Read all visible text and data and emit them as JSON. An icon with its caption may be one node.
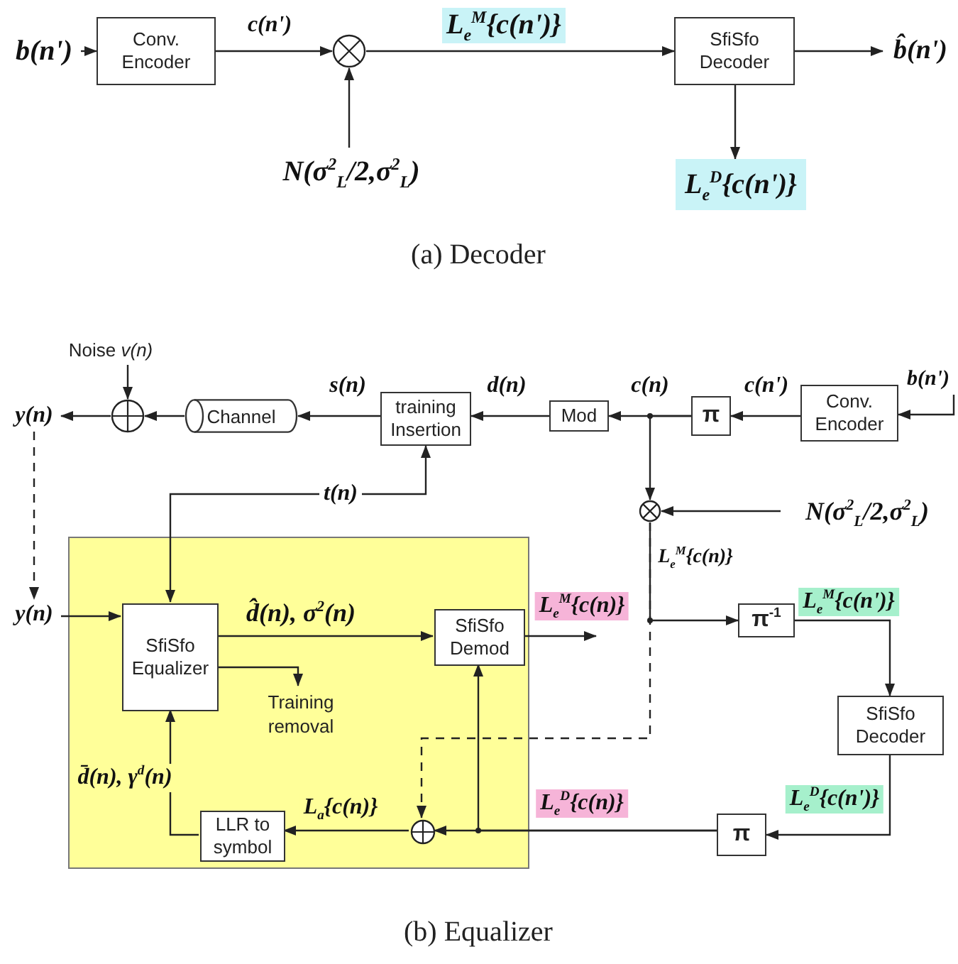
{
  "diagram": {
    "nodes": [
      {
        "text": [
          "b(n')"
        ]
      },
      {
        "text": [
          "Conv. Encoder"
        ]
      },
      {
        "text": [],
        "shape": "circle"
      },
      {
        "text": [
          "N(σ$^{2}$$_{L}$/2,σ$^{2}$$_{L}$)"
        ]
      },
      {
        "text": [
          "SfiSfo Decoder"
        ]
      },
      {
        "text": [
          "b̂(n')"
        ]
      },
      {
        "text": [
          "L$_{e}$$^{D}${c(n')}"
        ]
      },
      {
        "text": [
          "Noise *v(n)*"
        ]
      },
      {
        "text": [],
        "shape": "circle"
      },
      {
        "text": [
          "y(n)"
        ]
      },
      {
        "text": [
          "Channel"
        ]
      },
      {
        "text": [
          "training Insertion"
        ]
      },
      {
        "text": [
          "Mod"
        ]
      },
      {
        "text": [
          "π"
        ]
      },
      {
        "text": [
          "Conv. Encoder"
        ]
      },
      {
        "text": [
          "b(n')"
        ]
      },
      {
        "text": [],
        "shape": "circle"
      },
      {
        "text": [
          "N(σ$^{2}$$_{L}$/2,σ$^{2}$$_{L}$)"
        ]
      },
      {
        "text": [],
        "shape": "box"
      },
      {
        "text": [
          "y(n)"
        ]
      },
      {
        "text": [
          "SfiSfo Equalizer"
        ],
        "in": 18
      },
      {
        "text": [
          "SfiSfo Demod"
        ],
        "in": 18
      },
      {
        "text": [
          "Training removal"
        ],
        "in": 18
      },
      {
        "text": [
          "LLR to symbol"
        ],
        "in": 18
      },
      {
        "text": [],
        "shape": "circle",
        "in": 18
      },
      {
        "text": [
          "π$^{-1}$"
        ]
      },
      {
        "text": [
          "SfiSfo Decoder"
        ]
      },
      {
        "text": [
          "π"
        ]
      }
    ],
    "edges": [
      {
        "from": 0,
        "to": 1,
        "arrow": "to"
      },
      {
        "from": 1,
        "to": 2,
        "arrow": "to",
        "label": "c(n')"
      },
      {
        "from": 3,
        "to": 2,
        "arrow": "to"
      },
      {
        "from": 2,
        "to": 4,
        "arrow": "to",
        "label": "L$_{e}$$^{M}${c(n')}"
      },
      {
        "from": 4,
        "to": 5,
        "arrow": "to"
      },
      {
        "from": 4,
        "to": 6,
        "arrow": "to"
      },
      {
        "from": 7,
        "to": 8,
        "arrow": "to"
      },
      {
        "from": 10,
        "to": 8,
        "arrow": "to"
      },
      {
        "from": 8,
        "to": 9,
        "arrow": "to"
      },
      {
        "from": 11,
        "to": 10,
        "arrow": "to",
        "label": "s(n)"
      },
      {
        "from": 12,
        "to": 11,
        "arrow": "to",
        "label": "d(n)"
      },
      {
        "from": 13,
        "to": 12,
        "arrow": "to",
        "label": "c(n)"
      },
      {
        "from": 14,
        "to": 13,
        "arrow": "to",
        "label": "c(n')"
      },
      {
        "from": 15,
        "to": 14,
        "arrow": "to"
      },
      {
        "from": 13,
        "to": 16,
        "arrow": "to"
      },
      {
        "from": 17,
        "to": 16,
        "arrow": "to"
      },
      {
        "from": 16,
        "to": 25,
        "arrow": "to",
        "label": "L$_{e}$$^{M}${c(n)}"
      },
      {
        "from": 16,
        "to": 24,
        "arrow": "to",
        "style": "dashed"
      },
      {
        "from": 11,
        "to": 20,
        "arrow": "both",
        "label": "t(n)"
      },
      {
        "from": 9,
        "to": 19,
        "arrow": "to",
        "style": "dashed"
      },
      {
        "from": 19,
        "to": 20,
        "arrow": "to"
      },
      {
        "from": 20,
        "to": 21,
        "arrow": "to",
        "label": "d̂(n), σ$^{2}$(n)"
      },
      {
        "from": 20,
        "to": 22,
        "arrow": "to"
      },
      {
        "from": 21,
        "to": null,
        "arrow": "to",
        "label": "L$_{e}$$^{M}${c(n)}"
      },
      {
        "from": 25,
        "to": 26,
        "arrow": "to",
        "label": "L$_{e}$$^{M}${c(n')}"
      },
      {
        "from": 26,
        "to": 27,
        "arrow": "to",
        "label": "L$_{e}$$^{D}${c(n')}"
      },
      {
        "from": 27,
        "to": 24,
        "arrow": "to",
        "label": "L$_{e}$$^{D}${c(n)}"
      },
      {
        "from": 27,
        "to": 21,
        "arrow": "to"
      },
      {
        "from": 24,
        "to": 23,
        "arrow": "to",
        "label": "L$_{a}${c(n)}"
      },
      {
        "from": 23,
        "to": 20,
        "arrow": "to",
        "label": "d̄(n), γ$^{d}$(n)"
      }
    ],
    "labels": [
      "(a) Decoder",
      "(b) Equalizer"
    ]
  }
}
